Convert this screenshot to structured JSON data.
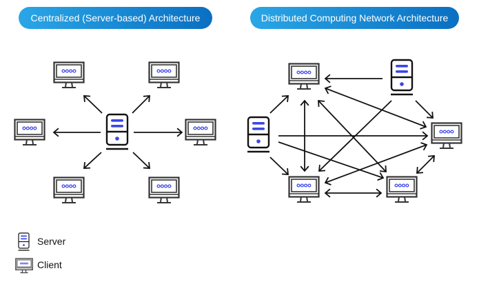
{
  "colors": {
    "pill_start": "#2aa6e6",
    "pill_end": "#0a6fc2",
    "pill_text": "#ffffff",
    "icon_accent": "#3b46e8",
    "line": "#111111",
    "monitor_frame": "#333333"
  },
  "titles": {
    "centralized": "Centralized (Server-based) Architecture",
    "distributed": "Distributed Computing Network Architecture"
  },
  "legend": {
    "server_label": "Server",
    "client_label": "Client",
    "server_icon": "server-icon",
    "client_icon": "client-monitor-icon"
  },
  "centralized": {
    "nodes": [
      {
        "id": "server",
        "type": "server"
      },
      {
        "id": "client-top-left",
        "type": "client"
      },
      {
        "id": "client-top-right",
        "type": "client"
      },
      {
        "id": "client-left",
        "type": "client"
      },
      {
        "id": "client-right",
        "type": "client"
      },
      {
        "id": "client-bottom-left",
        "type": "client"
      },
      {
        "id": "client-bottom-right",
        "type": "client"
      }
    ],
    "edges": [
      {
        "from": "server",
        "to": "client-top-left",
        "direction": "forward"
      },
      {
        "from": "server",
        "to": "client-top-right",
        "direction": "forward"
      },
      {
        "from": "server",
        "to": "client-left",
        "direction": "forward"
      },
      {
        "from": "server",
        "to": "client-right",
        "direction": "forward"
      },
      {
        "from": "server",
        "to": "client-bottom-left",
        "direction": "forward"
      },
      {
        "from": "server",
        "to": "client-bottom-right",
        "direction": "forward"
      }
    ]
  },
  "distributed": {
    "nodes": [
      {
        "id": "server-left",
        "type": "server"
      },
      {
        "id": "server-top-right",
        "type": "server"
      },
      {
        "id": "client-top",
        "type": "client"
      },
      {
        "id": "client-right",
        "type": "client"
      },
      {
        "id": "client-bottom-left",
        "type": "client"
      },
      {
        "id": "client-bottom-right",
        "type": "client"
      }
    ],
    "edges": [
      {
        "from": "server-top-right",
        "to": "client-top",
        "direction": "forward"
      },
      {
        "from": "server-top-right",
        "to": "client-right",
        "direction": "forward"
      },
      {
        "from": "server-top-right",
        "to": "client-bottom-left",
        "direction": "forward"
      },
      {
        "from": "server-left",
        "to": "client-top",
        "direction": "forward"
      },
      {
        "from": "server-left",
        "to": "client-right",
        "direction": "forward"
      },
      {
        "from": "server-left",
        "to": "client-bottom-left",
        "direction": "forward"
      },
      {
        "from": "server-left",
        "to": "client-bottom-right",
        "direction": "forward"
      },
      {
        "from": "client-top",
        "to": "client-bottom-left",
        "direction": "both"
      },
      {
        "from": "client-top",
        "to": "client-right",
        "direction": "both"
      },
      {
        "from": "client-top",
        "to": "client-bottom-right",
        "direction": "both"
      },
      {
        "from": "client-bottom-left",
        "to": "client-right",
        "direction": "both"
      },
      {
        "from": "client-bottom-left",
        "to": "client-bottom-right",
        "direction": "both"
      },
      {
        "from": "client-right",
        "to": "client-bottom-right",
        "direction": "both"
      }
    ]
  }
}
